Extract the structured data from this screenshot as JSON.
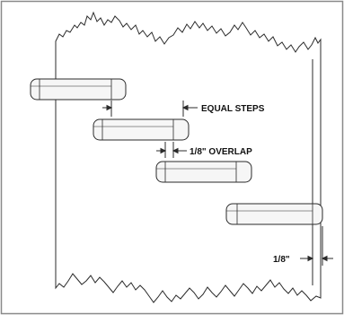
{
  "labels": {
    "equal_steps": "EQUAL STEPS",
    "overlap": "1/8\" OVERLAP",
    "edge_gap": "1/8\""
  },
  "colors": {
    "border": "#8a8a8a",
    "line": "#2b2b2b",
    "pin_fill": "#f6f6f6"
  }
}
